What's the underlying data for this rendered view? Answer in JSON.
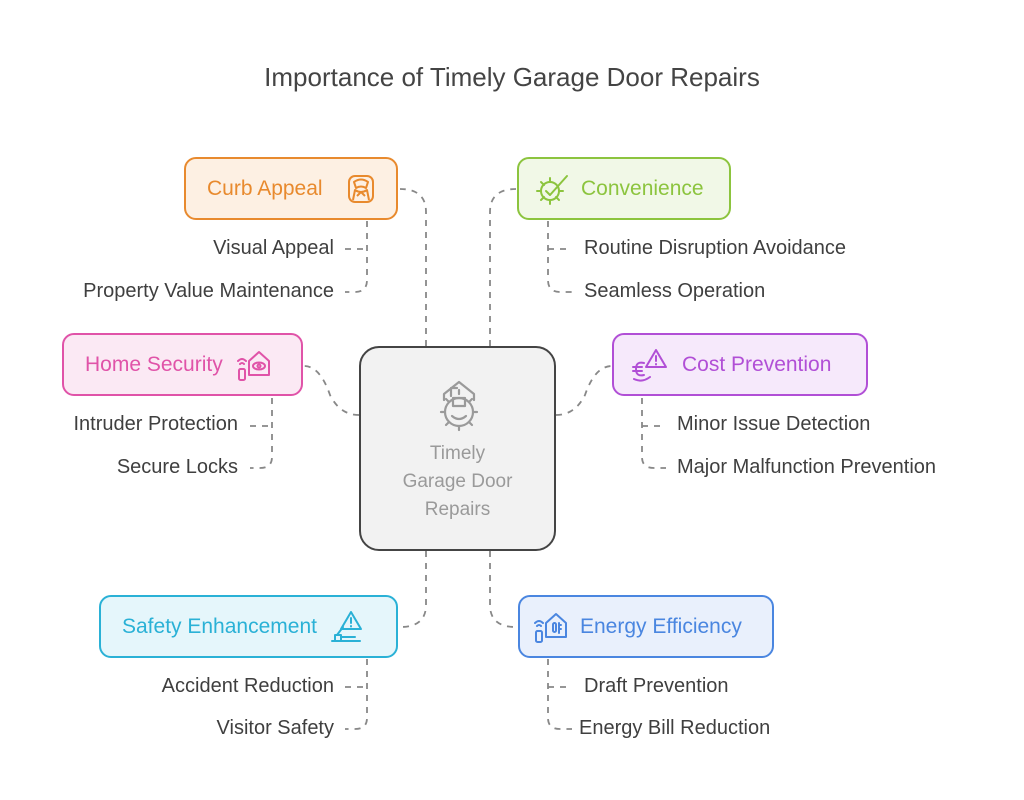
{
  "title": "Importance of Timely Garage Door Repairs",
  "center": {
    "lines": [
      "Timely",
      "Garage Door",
      "Repairs"
    ],
    "icon": "garage-gear-icon"
  },
  "branches": {
    "curb_appeal": {
      "label": "Curb Appeal",
      "icon": "car-seat-icon",
      "color": "#e88a2e",
      "fill": "#fdf0e3",
      "items": [
        "Visual Appeal",
        "Property Value Maintenance"
      ]
    },
    "convenience": {
      "label": "Convenience",
      "icon": "gear-check-icon",
      "color": "#8cc43e",
      "fill": "#f1f8e7",
      "items": [
        "Routine Disruption Avoidance",
        "Seamless Operation"
      ]
    },
    "home_security": {
      "label": "Home Security",
      "icon": "home-camera-icon",
      "color": "#e053a8",
      "fill": "#fbe9f4",
      "items": [
        "Intruder Protection",
        "Secure Locks"
      ]
    },
    "cost_prevention": {
      "label": "Cost Prevention",
      "icon": "cost-warning-icon",
      "color": "#b14fd6",
      "fill": "#f6e9fb",
      "items": [
        "Minor Issue Detection",
        "Major Malfunction Prevention"
      ]
    },
    "safety_enhancement": {
      "label": "Safety Enhancement",
      "icon": "safety-warning-icon",
      "color": "#2ab1d6",
      "fill": "#e5f6fb",
      "items": [
        "Accident Reduction",
        "Visitor Safety"
      ]
    },
    "energy_efficiency": {
      "label": "Energy Efficiency",
      "icon": "energy-house-icon",
      "color": "#4a86e0",
      "fill": "#e9f0fc",
      "items": [
        "Draft Prevention",
        "Energy Bill Reduction"
      ]
    }
  }
}
